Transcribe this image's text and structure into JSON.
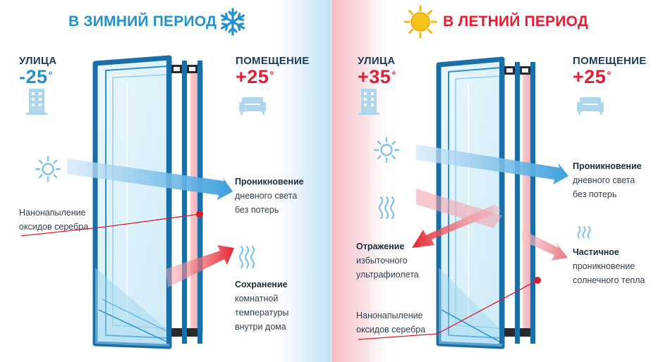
{
  "colors": {
    "winter_accent": "#2390d0",
    "summer_accent": "#e51d34",
    "frame": "#1a6fa8",
    "glass": "#bfe6f6",
    "arrow_light": "#4aa8e0",
    "arrow_heat": "#e8303d"
  },
  "winter": {
    "title": "В ЗИМНИЙ ПЕРИОД",
    "icon": "snowflake-icon",
    "outside": {
      "label": "УЛИЦА",
      "temp": "-25",
      "degree": "°"
    },
    "inside": {
      "label": "ПОМЕЩЕНИЕ",
      "temp": "+25",
      "degree": "°"
    },
    "light": {
      "title": "Проникновение",
      "line1": "дневного света",
      "line2": "без потерь"
    },
    "coating": {
      "line1": "Нанонапыление",
      "line2": "оксидов серебра"
    },
    "heat": {
      "title": "Сохранение",
      "line1": "комнатной",
      "line2": "температуры",
      "line3": "внутри дома"
    }
  },
  "summer": {
    "title": "В ЛЕТНИЙ ПЕРИОД",
    "icon": "sun-icon",
    "outside": {
      "label": "УЛИЦА",
      "temp": "+35",
      "degree": "°"
    },
    "inside": {
      "label": "ПОМЕЩЕНИЕ",
      "temp": "+25",
      "degree": "°"
    },
    "light": {
      "title": "Проникновение",
      "line1": "дневного света",
      "line2": "без потерь"
    },
    "reflect": {
      "title": "Отражение",
      "line1": "избыточного",
      "line2": "ультрафиолета"
    },
    "partial": {
      "title": "Частичное",
      "line1": "проникновение",
      "line2": "солнечного тепла"
    },
    "coating": {
      "line1": "Нанонапыление",
      "line2": "оксидов серебра"
    }
  }
}
